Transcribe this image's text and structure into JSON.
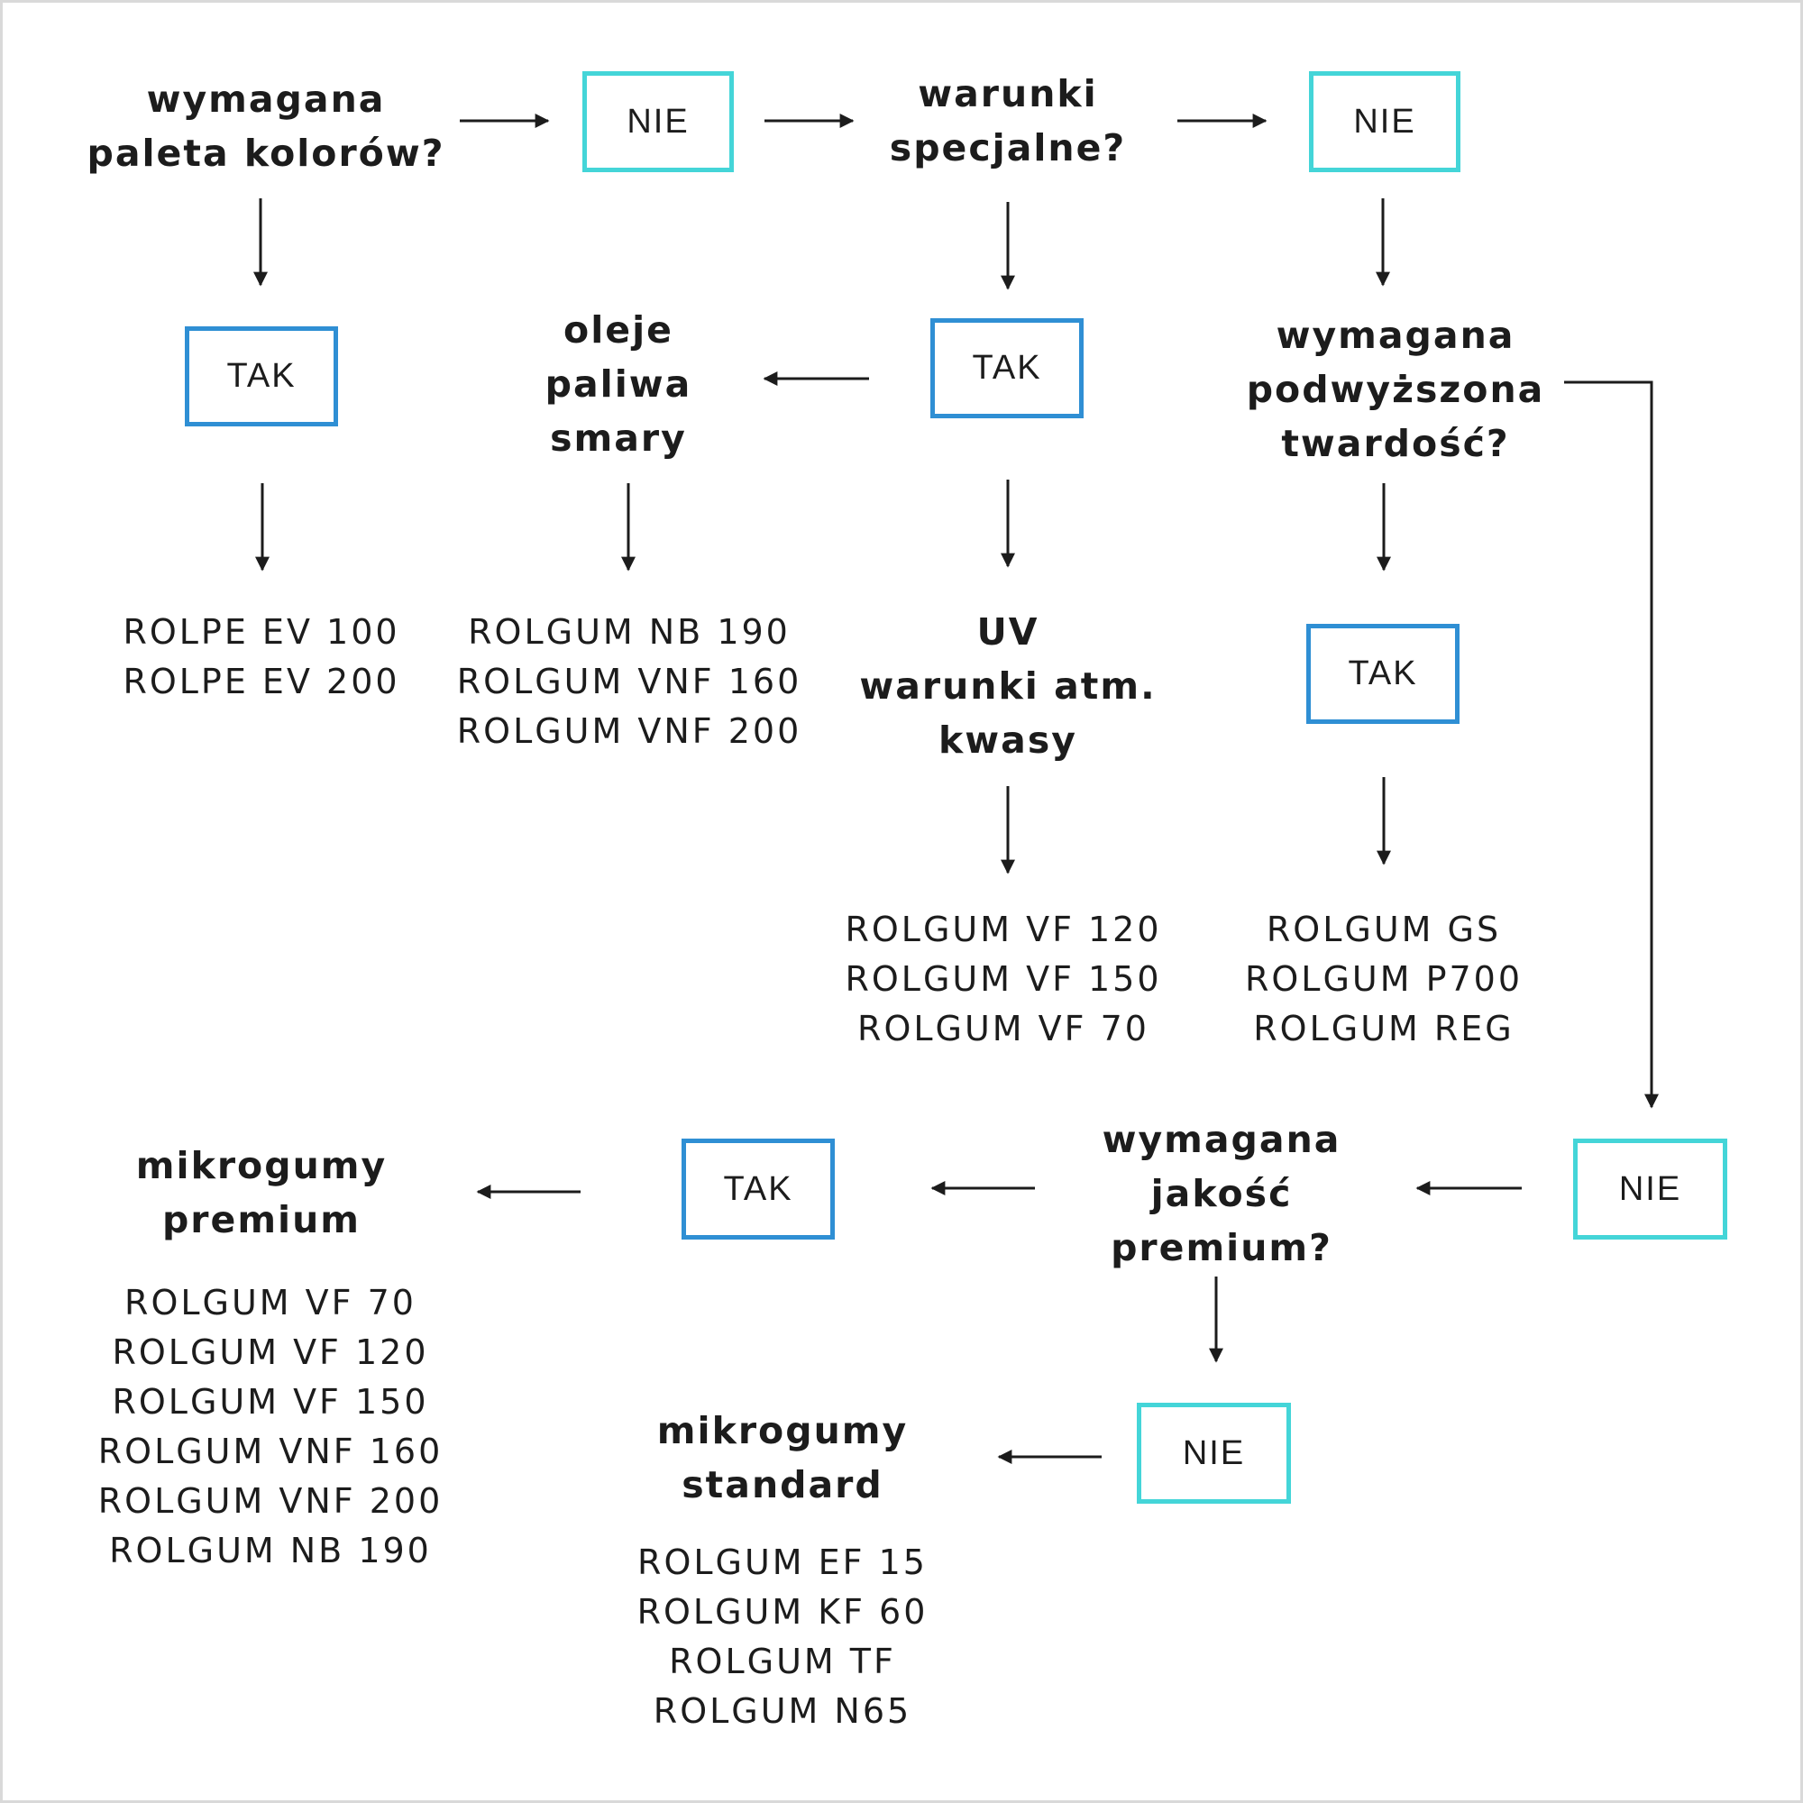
{
  "colors": {
    "nie_border": "#44d5d8",
    "tak_border": "#2f8fd4",
    "text": "#1c1c1c",
    "arrow": "#1c1c1c",
    "frame": "#d9d9d9"
  },
  "questions": {
    "palette": [
      "wymagana",
      "paleta kolorów?"
    ],
    "special": [
      "warunki",
      "specjalne?"
    ],
    "hardness": [
      "wymagana",
      "podwyższona",
      "twardość?"
    ],
    "oils": [
      "oleje",
      "paliwa",
      "smary"
    ],
    "uv": [
      "UV",
      "warunki atm.",
      "kwasy"
    ],
    "premium_q": [
      "wymagana",
      "jakość",
      "premium?"
    ],
    "micro_premium": [
      "mikrogumy",
      "premium"
    ],
    "micro_standard": [
      "mikrogumy",
      "standard"
    ]
  },
  "answers": {
    "nie": "NIE",
    "tak": "TAK"
  },
  "products": {
    "rolpe": [
      "ROLPE EV 100",
      "ROLPE EV 200"
    ],
    "oils": [
      "ROLGUM NB 190",
      "ROLGUM VNF 160",
      "ROLGUM VNF 200"
    ],
    "uv": [
      "ROLGUM VF 120",
      "ROLGUM VF 150",
      "ROLGUM VF 70"
    ],
    "hardness": [
      "ROLGUM GS",
      "ROLGUM P700",
      "ROLGUM REG"
    ],
    "premium": [
      "ROLGUM VF 70",
      "ROLGUM VF 120",
      "ROLGUM VF 150",
      "ROLGUM VNF 160",
      "ROLGUM VNF 200",
      "ROLGUM NB 190"
    ],
    "standard": [
      "ROLGUM EF 15",
      "ROLGUM KF 60",
      "ROLGUM TF",
      "ROLGUM N65"
    ]
  }
}
